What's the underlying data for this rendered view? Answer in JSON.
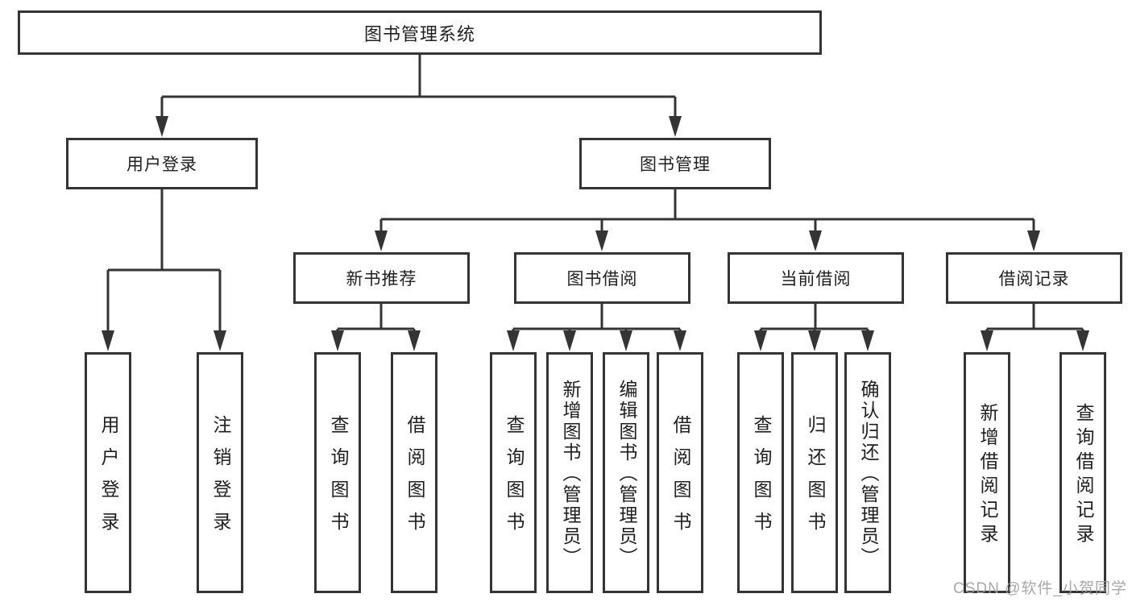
{
  "tree": {
    "label": "图书管理系统",
    "children": [
      {
        "label": "用户登录",
        "children": [
          {
            "label": "用户登录"
          },
          {
            "label": "注销登录"
          }
        ]
      },
      {
        "label": "图书管理",
        "children": [
          {
            "label": "新书推荐",
            "children": [
              {
                "label": "查询图书"
              },
              {
                "label": "借阅图书"
              }
            ]
          },
          {
            "label": "图书借阅",
            "children": [
              {
                "label": "查询图书"
              },
              {
                "label": "新增图书（管理员）"
              },
              {
                "label": "编辑图书（管理员）"
              },
              {
                "label": "借阅图书"
              }
            ]
          },
          {
            "label": "当前借阅",
            "children": [
              {
                "label": "查询图书"
              },
              {
                "label": "归还图书"
              },
              {
                "label": "确认归还（管理员）"
              }
            ]
          },
          {
            "label": "借阅记录",
            "children": [
              {
                "label": "新增借阅记录"
              },
              {
                "label": "查询借阅记录"
              }
            ]
          }
        ]
      }
    ]
  },
  "colors": {
    "line": "#343434",
    "text": "#1f1f1f",
    "watermark": "#9e9e9e",
    "background": "#ffffff"
  },
  "watermark": {
    "text": "CSDN @软件_小贺同学"
  }
}
